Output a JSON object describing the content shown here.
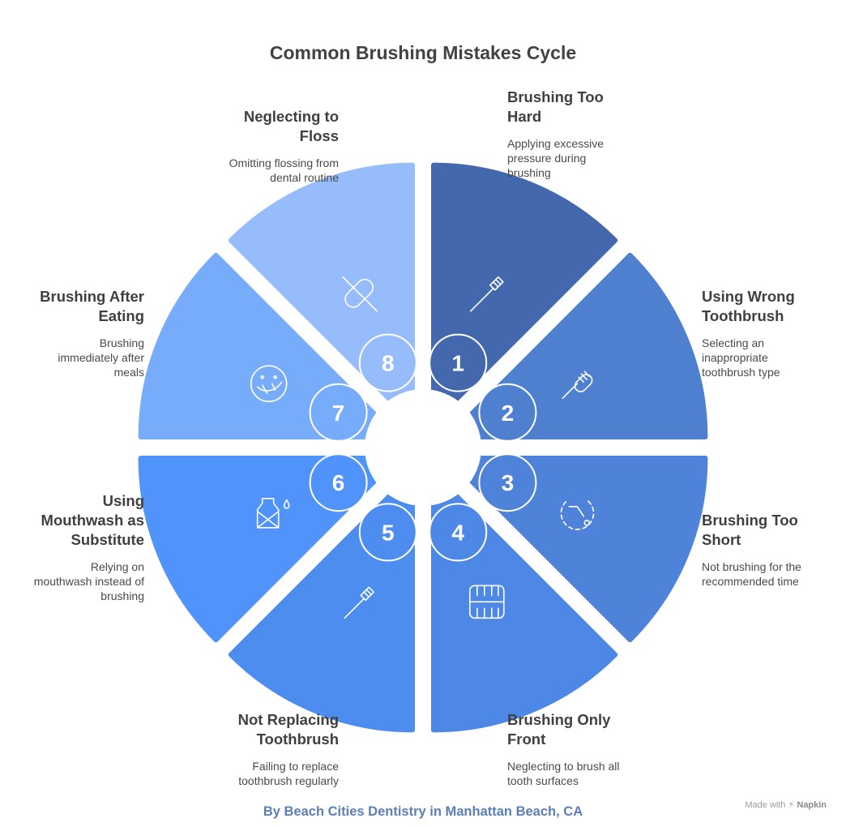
{
  "title": "Common Brushing Mistakes Cycle",
  "colors": {
    "seg1": "#4468ad",
    "seg2": "#4f7fcf",
    "seg3": "#4f82d9",
    "seg4": "#4e88e6",
    "seg5": "#4e8df0",
    "seg6": "#4f93fb",
    "seg7": "#77acfb",
    "seg8": "#97bcfb",
    "badge_text": "#ffffff",
    "icon_stroke": "#ffffff"
  },
  "steps": [
    {
      "number": "1",
      "title": "Brushing Too Hard",
      "desc": "Applying excessive pressure during brushing",
      "icon": "toothbrush-icon"
    },
    {
      "number": "2",
      "title": "Using Wrong Toothbrush",
      "desc": "Selecting an inappropriate toothbrush type",
      "icon": "brush-head-icon"
    },
    {
      "number": "3",
      "title": "Brushing Too Short",
      "desc": "Not brushing for the recommended time",
      "icon": "timer-icon"
    },
    {
      "number": "4",
      "title": "Brushing Only Front",
      "desc": "Neglecting to brush all tooth surfaces",
      "icon": "teeth-icon"
    },
    {
      "number": "5",
      "title": "Not Replacing Toothbrush",
      "desc": "Failing to replace toothbrush regularly",
      "icon": "toothbrush-icon"
    },
    {
      "number": "6",
      "title": "Using Mouthwash as Substitute",
      "desc": "Relying on mouthwash instead of brushing",
      "icon": "mouthwash-icon"
    },
    {
      "number": "7",
      "title": "Brushing After Eating",
      "desc": "Brushing immediately after meals",
      "icon": "eating-face-icon"
    },
    {
      "number": "8",
      "title": "Neglecting to Floss",
      "desc": "Omitting flossing from dental routine",
      "icon": "no-floss-icon"
    }
  ],
  "footer": "By Beach Cities Dentistry in Manhattan Beach, CA",
  "brand": {
    "prefix": "Made with",
    "name": "Napkin"
  }
}
